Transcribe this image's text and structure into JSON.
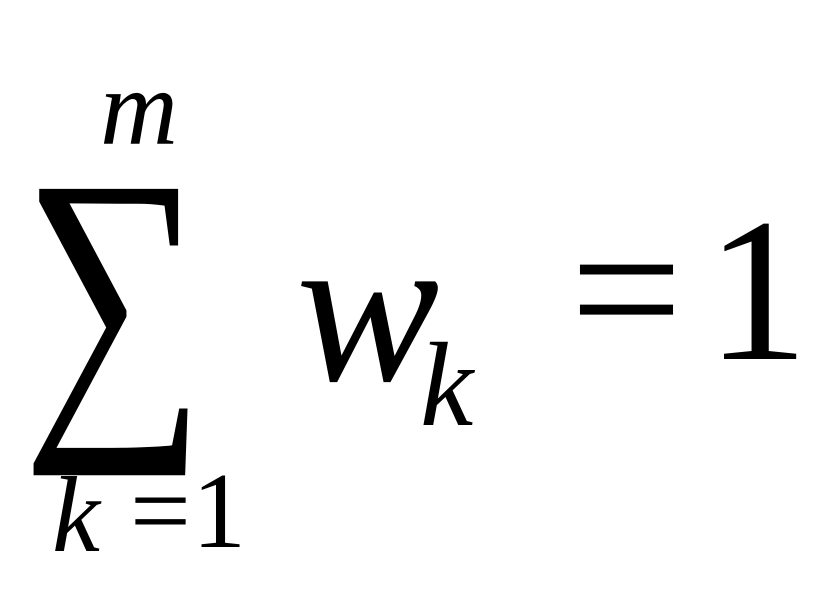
{
  "formula": {
    "operator": "∑",
    "upper_limit": "m",
    "lower_var": "k",
    "lower_eq": "=",
    "lower_value": "1",
    "term_base": "w",
    "term_subscript": "k",
    "equals": "=",
    "rhs": "1"
  }
}
